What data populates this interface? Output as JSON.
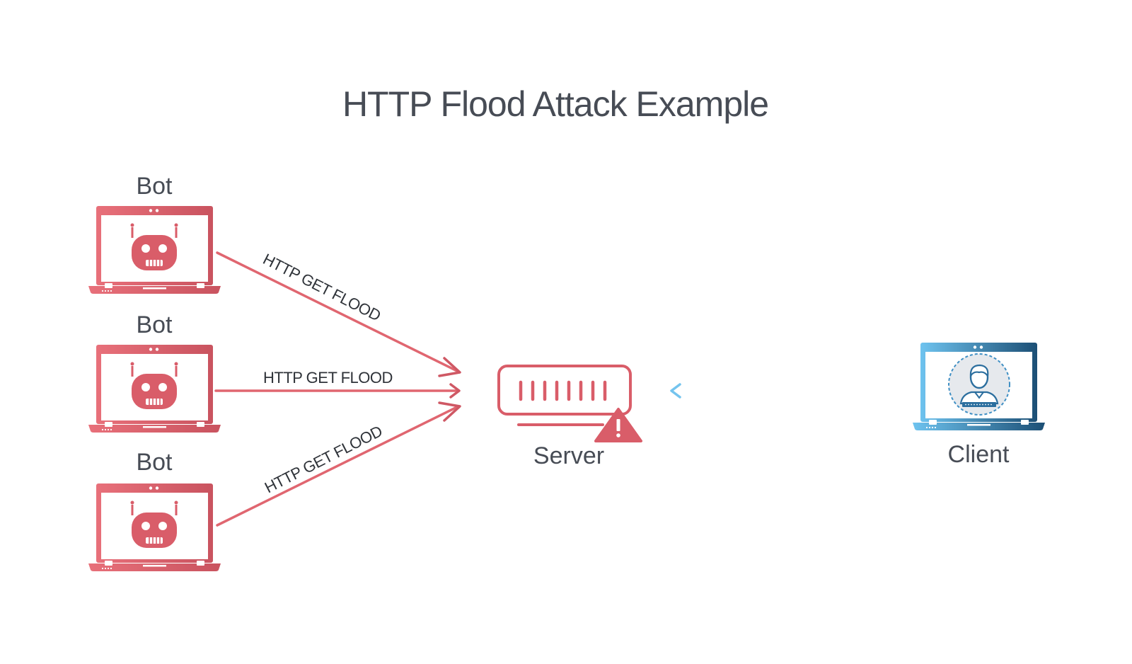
{
  "title": "HTTP Flood Attack Example",
  "bots": [
    {
      "label": "Bot",
      "arrow_label": "HTTP GET FLOOD"
    },
    {
      "label": "Bot",
      "arrow_label": "HTTP GET FLOOD"
    },
    {
      "label": "Bot",
      "arrow_label": "HTTP GET FLOOD"
    }
  ],
  "server": {
    "label": "Server"
  },
  "client": {
    "label": "Client"
  },
  "colors": {
    "attack": "#e06670",
    "attack_dark": "#c9535f",
    "client_light": "#6ec3ef",
    "client_dark": "#1c4f75",
    "text": "#474c55"
  }
}
